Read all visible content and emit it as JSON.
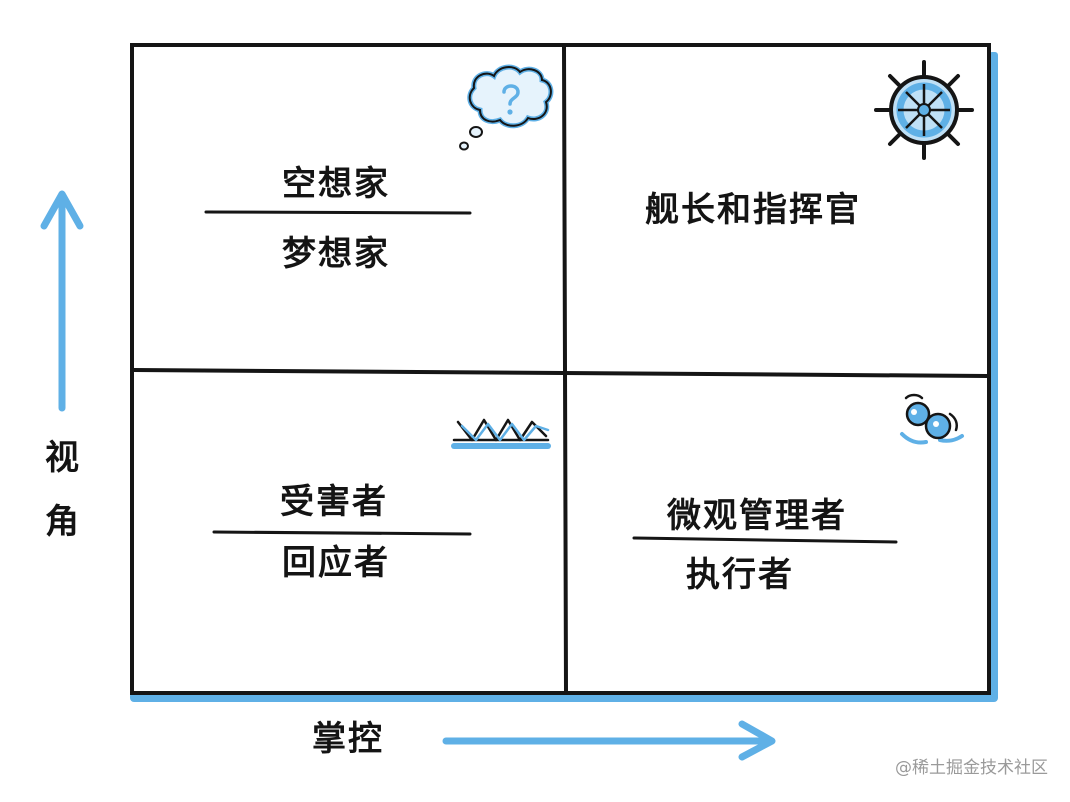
{
  "axes": {
    "y_label_chars": [
      "视",
      "角"
    ],
    "x_label": "掌控"
  },
  "quadrants": {
    "top_left": {
      "top": "空想家",
      "bottom": "梦想家"
    },
    "top_right": {
      "label": "舰长和指挥官"
    },
    "bottom_left": {
      "top": "受害者",
      "bottom": "回应者"
    },
    "bottom_right": {
      "top": "微观管理者",
      "bottom": "执行者"
    }
  },
  "icons": {
    "top_left": "thought-cloud-question-icon",
    "top_right": "ship-wheel-icon",
    "bottom_left": "grass-hands-icon",
    "bottom_right": "drowning-person-icon"
  },
  "colors": {
    "accent": "#5fb0e6",
    "ink": "#141414"
  },
  "watermark": "@稀土掘金技术社区"
}
